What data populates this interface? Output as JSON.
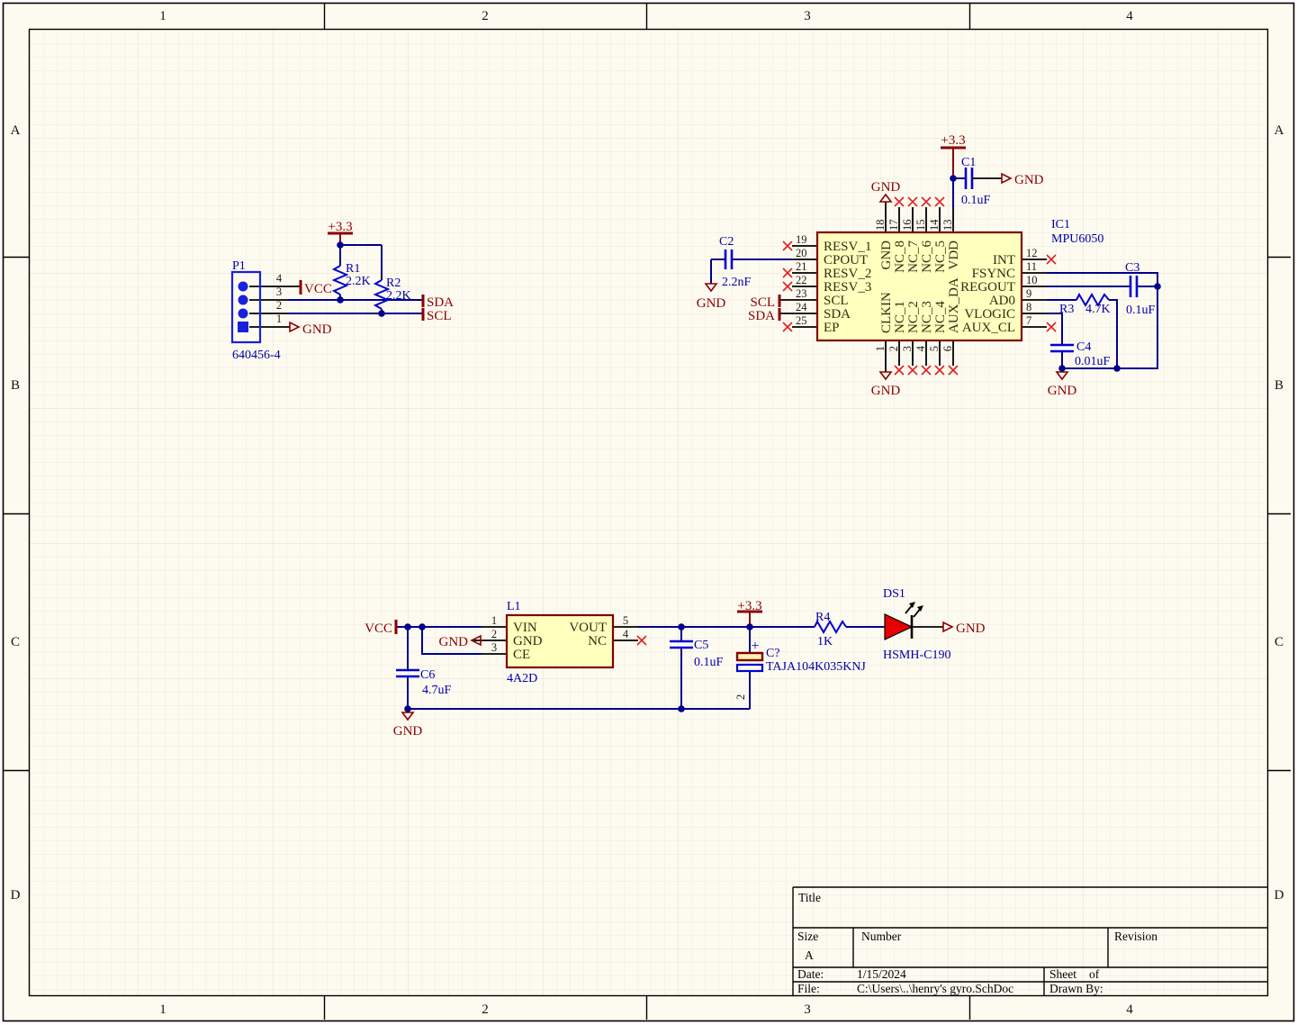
{
  "colors": {
    "background": "#FDFAF0",
    "wire": "#00008B",
    "symbol_blue": "#0000D0",
    "component_fill": "#FFFFBE",
    "component_outline": "#7F0000",
    "port_red": "#8B0000",
    "designator_blue": "#0000A5",
    "led_red": "#E60000",
    "no_erc_red": "#E02020"
  },
  "sheet": {
    "zones_h": [
      "1",
      "2",
      "3",
      "4"
    ],
    "zones_v": [
      "A",
      "B",
      "C",
      "D"
    ]
  },
  "title_block": {
    "title_label": "Title",
    "size_label": "Size",
    "size_value": "A",
    "number_label": "Number",
    "revision_label": "Revision",
    "date_label": "Date:",
    "date_value": "1/15/2024",
    "sheet_label": "Sheet",
    "of_label": "of",
    "file_label": "File:",
    "file_value": "C:\\Users\\..\\henry's gyro.SchDoc",
    "drawn_by_label": "Drawn By:"
  },
  "ports": {
    "vcc": "VCC",
    "gnd": "GND",
    "sda": "SDA",
    "scl": "SCL",
    "p33": "+3.3"
  },
  "p1": {
    "ref": "P1",
    "part": "640456-4",
    "pin_numbers": [
      "4",
      "3",
      "2",
      "1"
    ]
  },
  "r1": {
    "ref": "R1",
    "value": "2.2K"
  },
  "r2": {
    "ref": "R2",
    "value": "2.2K"
  },
  "r3": {
    "ref": "R3",
    "value": "4.7K"
  },
  "r4": {
    "ref": "R4",
    "value": "1K"
  },
  "c1": {
    "ref": "C1",
    "value": "0.1uF"
  },
  "c2": {
    "ref": "C2",
    "value": "2.2nF"
  },
  "c3": {
    "ref": "C3",
    "value": "0.1uF"
  },
  "c4": {
    "ref": "C4",
    "value": "0.01uF"
  },
  "c5": {
    "ref": "C5",
    "value": "0.1uF"
  },
  "c6": {
    "ref": "C6",
    "value": "4.7uF"
  },
  "cq": {
    "ref": "C?",
    "value": "TAJA104K035KNJ",
    "plus": "+",
    "pin2": "2"
  },
  "ds1": {
    "ref": "DS1",
    "part": "HSMH-C190"
  },
  "l1": {
    "ref": "L1",
    "part": "4A2D",
    "left_pins": [
      {
        "num": "1",
        "name": "VIN"
      },
      {
        "num": "2",
        "name": "GND"
      },
      {
        "num": "3",
        "name": "CE"
      }
    ],
    "right_pins": [
      {
        "num": "5",
        "name": "VOUT"
      },
      {
        "num": "4",
        "name": "NC"
      }
    ]
  },
  "ic1": {
    "ref": "IC1",
    "part": "MPU6050",
    "left_pins": [
      {
        "num": "19",
        "name": "RESV_1"
      },
      {
        "num": "20",
        "name": "CPOUT"
      },
      {
        "num": "21",
        "name": "RESV_2"
      },
      {
        "num": "22",
        "name": "RESV_3"
      },
      {
        "num": "23",
        "name": "SCL"
      },
      {
        "num": "24",
        "name": "SDA"
      },
      {
        "num": "25",
        "name": "EP"
      }
    ],
    "top_pins": [
      {
        "num": "18",
        "name": "GND"
      },
      {
        "num": "17",
        "name": "NC_8"
      },
      {
        "num": "16",
        "name": "NC_7"
      },
      {
        "num": "15",
        "name": "NC_6"
      },
      {
        "num": "14",
        "name": "NC_5"
      },
      {
        "num": "13",
        "name": "VDD"
      }
    ],
    "right_pins": [
      {
        "num": "12",
        "name": "INT"
      },
      {
        "num": "11",
        "name": "FSYNC"
      },
      {
        "num": "10",
        "name": "REGOUT"
      },
      {
        "num": "9",
        "name": "AD0"
      },
      {
        "num": "8",
        "name": "VLOGIC"
      },
      {
        "num": "7",
        "name": "AUX_CL"
      }
    ],
    "bottom_pins": [
      {
        "num": "1",
        "name": "CLKIN"
      },
      {
        "num": "2",
        "name": "NC_1"
      },
      {
        "num": "3",
        "name": "NC_2"
      },
      {
        "num": "4",
        "name": "NC_3"
      },
      {
        "num": "5",
        "name": "NC_4"
      },
      {
        "num": "6",
        "name": "AUX_DA"
      }
    ]
  }
}
